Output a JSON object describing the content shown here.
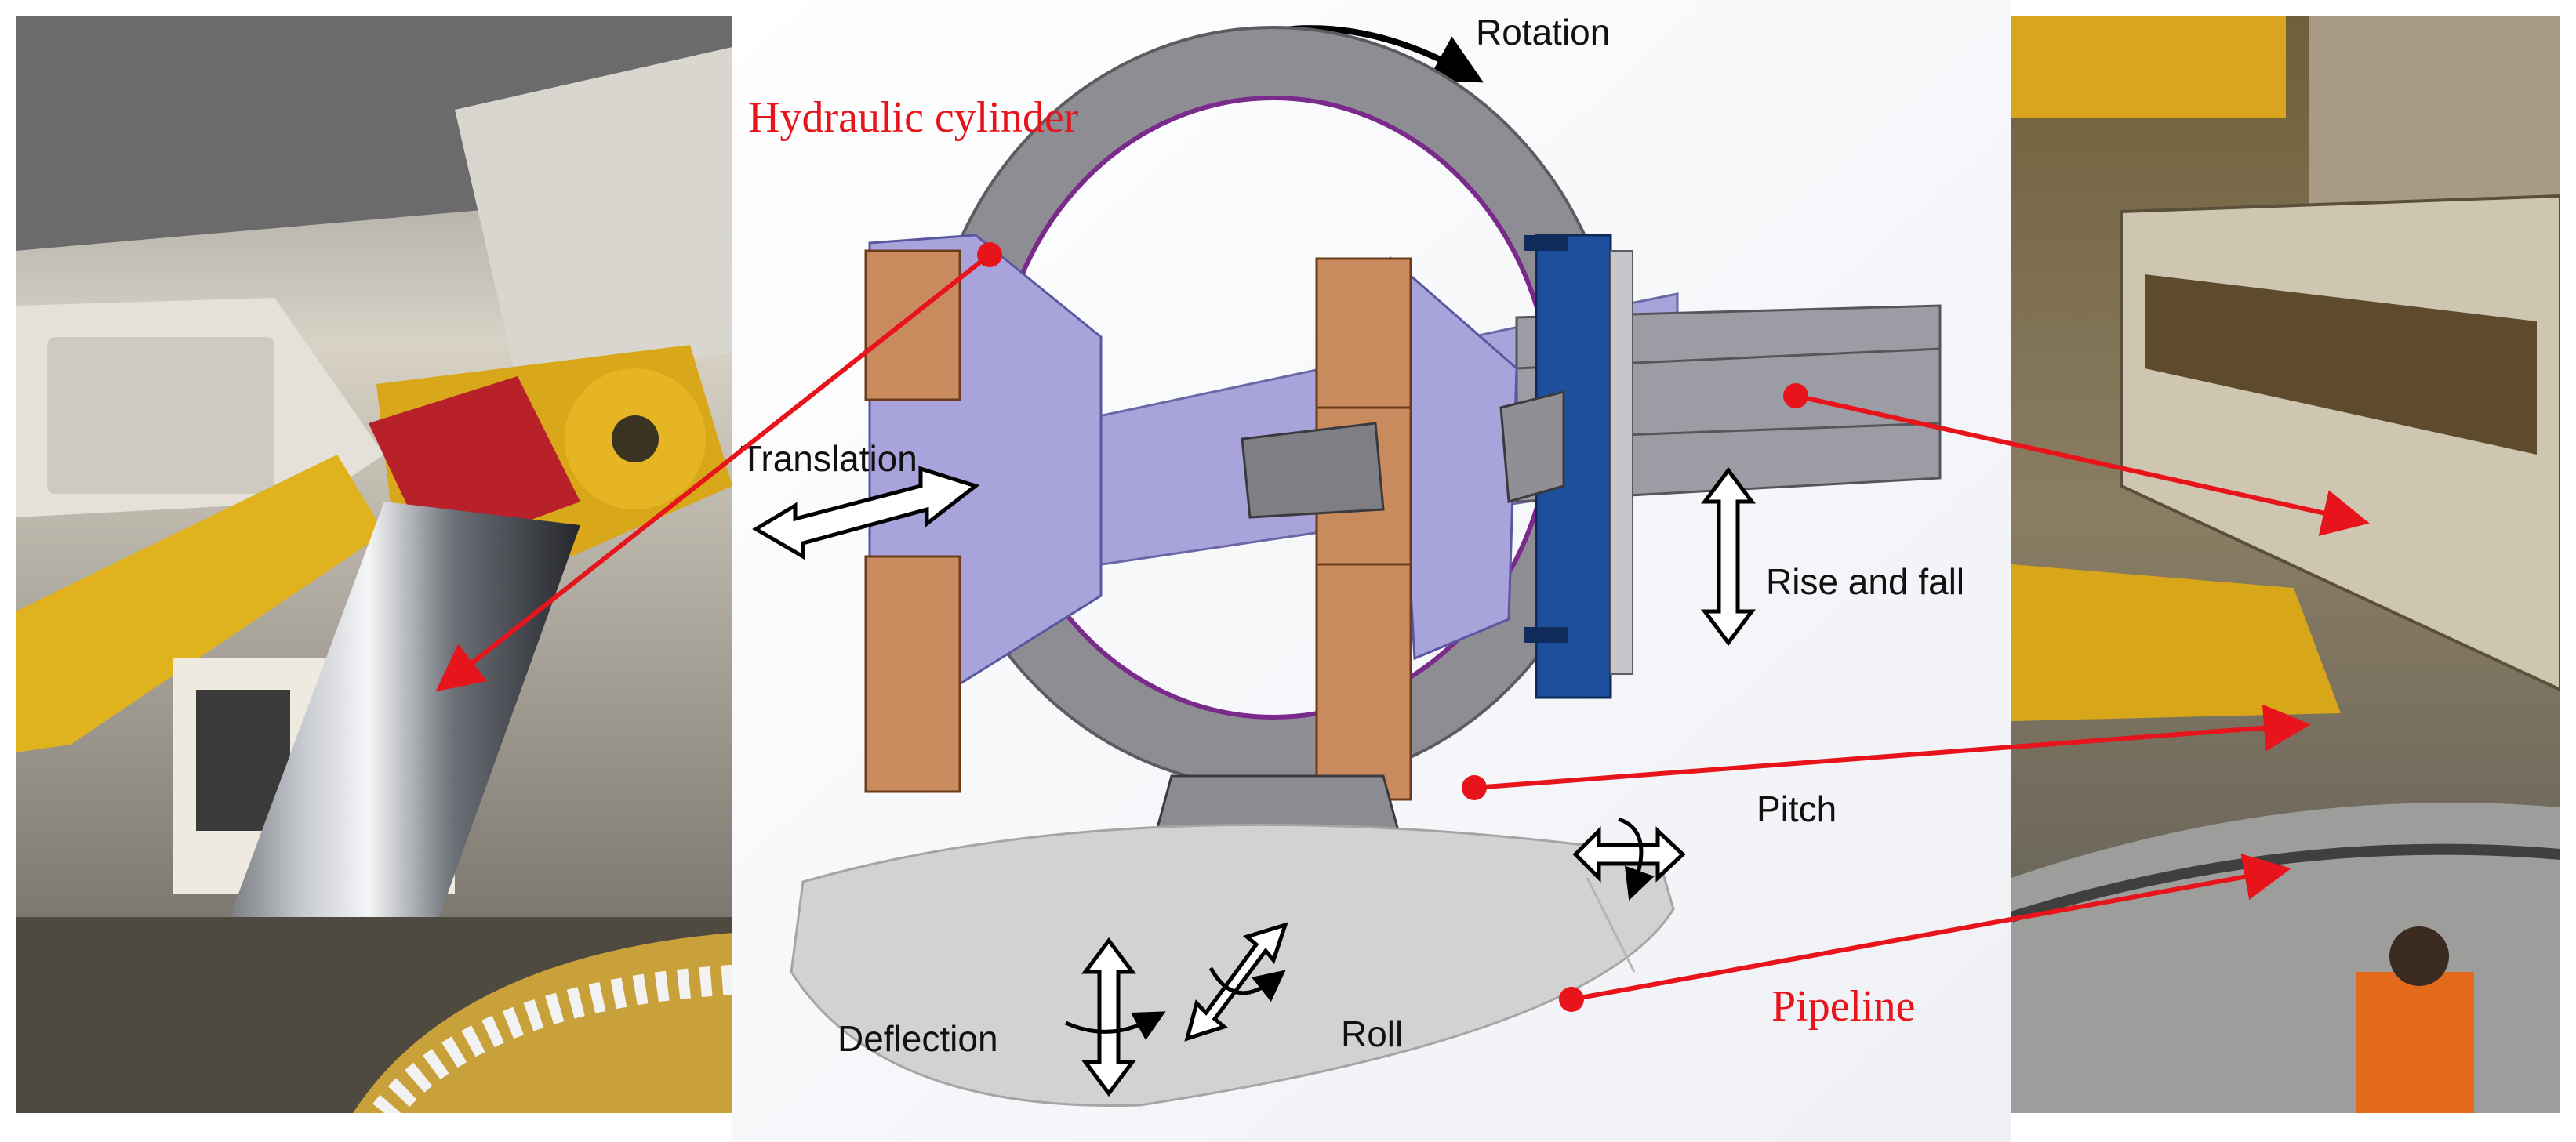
{
  "labels": {
    "rotation": "Rotation",
    "hydraulic_cylinder": "Hydraulic cylinder",
    "translation": "Translation",
    "rise_and_fall": "Rise and fall",
    "pitch": "Pitch",
    "deflection": "Deflection",
    "roll": "Roll",
    "pipeline": "Pipeline"
  },
  "colors": {
    "callout_red": "#e8141b",
    "frame_gray": "#9a9a9e",
    "plate_lavender": "#a9a3dc",
    "block_orange": "#c98b5e",
    "cylinder_blue": "#1e4f9c",
    "segment_gray": "#d2d2d2",
    "machine_yellow": "#e2b21c"
  }
}
